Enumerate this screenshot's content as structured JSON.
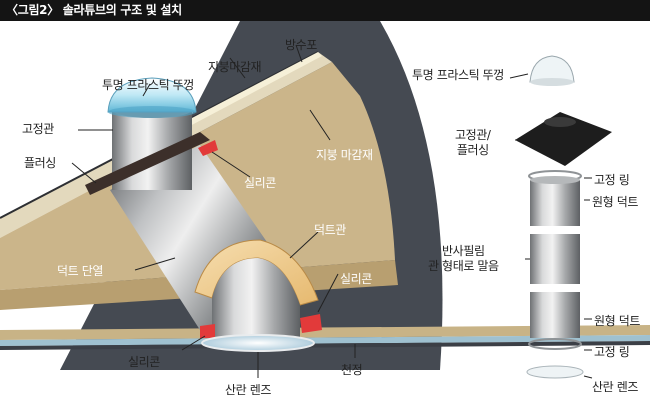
{
  "header": {
    "title": "〈그림2〉 솔라튜브의 구조 및 설치"
  },
  "labels": {
    "waterproof": "방수포",
    "roof_finish_top": "지붕마감재",
    "dome": "투명 프라스틱 뚜껑",
    "fixing_pipe": "고정관",
    "flashing": "플러싱",
    "roof_finish_inner": "지붕 마감재",
    "silicone_upper": "실리콘",
    "duct_pipe": "덕트관",
    "duct_insulation": "덕트 단열",
    "silicone_right": "실리콘",
    "silicone_bottom": "실리콘",
    "diffuser": "산란 렌즈",
    "ceiling": "천정"
  },
  "parts": {
    "dome": "투명 프라스틱 뚜껑",
    "flashing": "고정관/\n플러싱",
    "ring_top": "고정 링",
    "duct_top": "원형 덕트",
    "reflective": "반사필림\n관 형태로 말음",
    "duct_bottom": "원형 덕트",
    "ring_bottom": "고정 링",
    "lens": "산란 렌즈"
  }
}
